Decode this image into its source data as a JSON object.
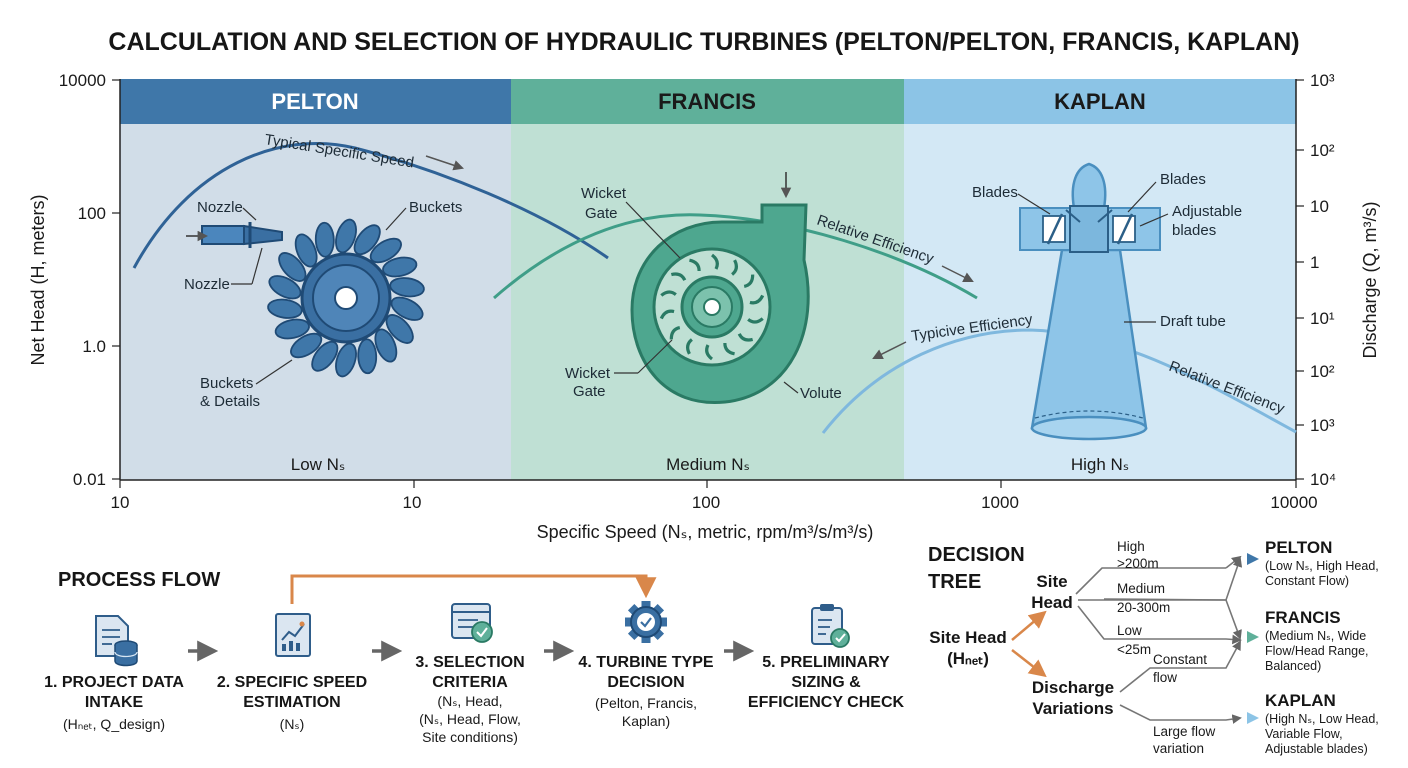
{
  "title": "CALCULATION AND SELECTION OF HYDRAULIC TURBINES (PELTON/PELTON, FRANCIS, KAPLAN)",
  "chart": {
    "y_left_label": "Net Head (H, meters)",
    "y_left_ticks": [
      "10000",
      "100",
      "1.0",
      "0.01"
    ],
    "y_right_label": "Discharge (Q, m³/s)",
    "y_right_ticks": [
      "10³",
      "10²",
      "10",
      "1",
      "10¹",
      "10²",
      "10³",
      "10⁴"
    ],
    "x_label": "Specific Speed (Nₛ, metric, rpm/m³/s/m³/s)",
    "x_ticks": [
      "10",
      "10",
      "100",
      "1000",
      "10000"
    ],
    "bands": [
      {
        "name": "PELTON",
        "range_label": "Low Nₛ",
        "color_header": "#3f77a9",
        "color_body": "#d1dde8",
        "text_color": "#ffffff"
      },
      {
        "name": "FRANCIS",
        "range_label": "Medium Nₛ",
        "color_header": "#5fb09a",
        "color_body": "#bfe0d4",
        "text_color": "#1a1a1a"
      },
      {
        "name": "KAPLAN",
        "range_label": "High Nₛ",
        "color_header": "#8cc4e6",
        "color_body": "#d3e8f5",
        "text_color": "#1a1a1a"
      }
    ],
    "curve_labels": {
      "pelton": "Typical Specific Speed",
      "francis": "Relative Efficiency",
      "kaplan_top": "Typicive Efficiency",
      "kaplan_bottom": "Relative Efficiency"
    },
    "callouts": {
      "nozzle_top": "Nozzle",
      "nozzle_bottom": "Nozzle",
      "buckets": "Buckets",
      "buckets_details_1": "Buckets",
      "buckets_details_2": "& Details",
      "wicket_top_1": "Wicket",
      "wicket_top_2": "Gate",
      "wicket_bottom_1": "Wicket",
      "wicket_bottom_2": "Gate",
      "volute": "Volute",
      "blades_left": "Blades",
      "blades_right": "Blades",
      "adjustable_1": "Adjustable",
      "adjustable_2": "blades",
      "draft_tube": "Draft tube"
    }
  },
  "process_flow": {
    "heading": "PROCESS FLOW",
    "steps": [
      {
        "icon": "document-database-icon",
        "lines": [
          "1. PROJECT DATA",
          "INTAKE"
        ],
        "sub": [
          "(Hₙₑₜ, Q_design)"
        ]
      },
      {
        "icon": "chart-report-icon",
        "lines": [
          "2. SPECIFIC SPEED",
          "ESTIMATION"
        ],
        "sub": [
          "(Nₛ)"
        ]
      },
      {
        "icon": "checklist-window-icon",
        "lines": [
          "3. SELECTION",
          "CRITERIA"
        ],
        "sub": [
          "(Nₛ, Head,",
          "(Nₛ, Head, Flow,",
          "Site conditions)"
        ]
      },
      {
        "icon": "gear-check-icon",
        "lines": [
          "4. TURBINE TYPE",
          "DECISION"
        ],
        "sub": [
          "(Pelton, Francis,",
          "Kaplan)"
        ]
      },
      {
        "icon": "clipboard-check-icon",
        "lines": [
          "5. PRELIMINARY",
          "SIZING &",
          "EFFICIENCY CHECK"
        ],
        "sub": []
      }
    ]
  },
  "decision_tree": {
    "heading_1": "DECISION",
    "heading_2": "TREE",
    "root_1": "Site Head",
    "root_2": "(Hₙₑₜ)",
    "site_head_1": "Site",
    "site_head_2": "Head",
    "discharge_1": "Discharge",
    "discharge_2": "Variations",
    "branch_high_1": "High",
    "branch_high_2": ">200m",
    "branch_medium_1": "Medium",
    "branch_medium_2": "20-300m",
    "branch_low_1": "Low",
    "branch_low_2": "<25m",
    "branch_constant_1": "Constant",
    "branch_constant_2": "flow",
    "branch_large_1": "Large flow",
    "branch_large_2": "variation",
    "results": [
      {
        "name": "PELTON",
        "lines": [
          "(Low Nₛ, High Head,",
          "Constant Flow)"
        ],
        "color": "#3f77a9"
      },
      {
        "name": "FRANCIS",
        "lines": [
          "(Medium Nₛ, Wide",
          "Flow/Head Range,",
          "Balanced)"
        ],
        "color": "#5fb09a"
      },
      {
        "name": "KAPLAN",
        "lines": [
          "(High Nₛ, Low Head,",
          "Variable Flow,",
          "Adjustable blades)"
        ],
        "color": "#8cc4e6"
      }
    ],
    "arrow_color": "#d9874a"
  }
}
